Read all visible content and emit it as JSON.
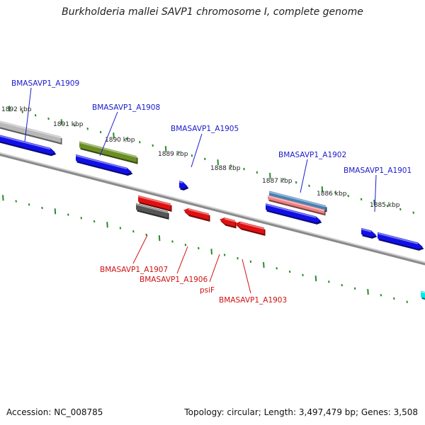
{
  "title": "Burkholderia mallei SAVP1 chromosome I, complete genome",
  "footer": {
    "accession": "Accession: NC_008785",
    "summary": "Topology: circular; Length: 3,497,479 bp; Genes: 3,508"
  },
  "colors": {
    "backbone": "#8a8a8a",
    "tick": "#2a8a2a",
    "cds": "#1010e6",
    "rna_feature": "#e01010",
    "gene_label_top": "#1a1acc",
    "gene_label_bottom": "#d01010",
    "gray_feature": "#b8b8b8",
    "olive_feature": "#6b8e23",
    "steel_feature": "#4682b4",
    "pink_feature": "#f08080",
    "cyan_feature": "#00e5ee"
  },
  "scale_labels": [
    "1892 kbp",
    "1891 kbp",
    "1890 kbp",
    "1889 kbp",
    "1888 kbp",
    "1887 kbp",
    "1886 kbp",
    "1885 kbp"
  ],
  "top_gene_labels": [
    "BMASAVP1_A1909",
    "BMASAVP1_A1908",
    "BMASAVP1_A1905",
    "BMASAVP1_A1902",
    "BMASAVP1_A1901"
  ],
  "bottom_gene_labels": [
    "BMASAVP1_A1907",
    "BMASAVP1_A1906",
    "psiF",
    "BMASAVP1_A1903"
  ]
}
